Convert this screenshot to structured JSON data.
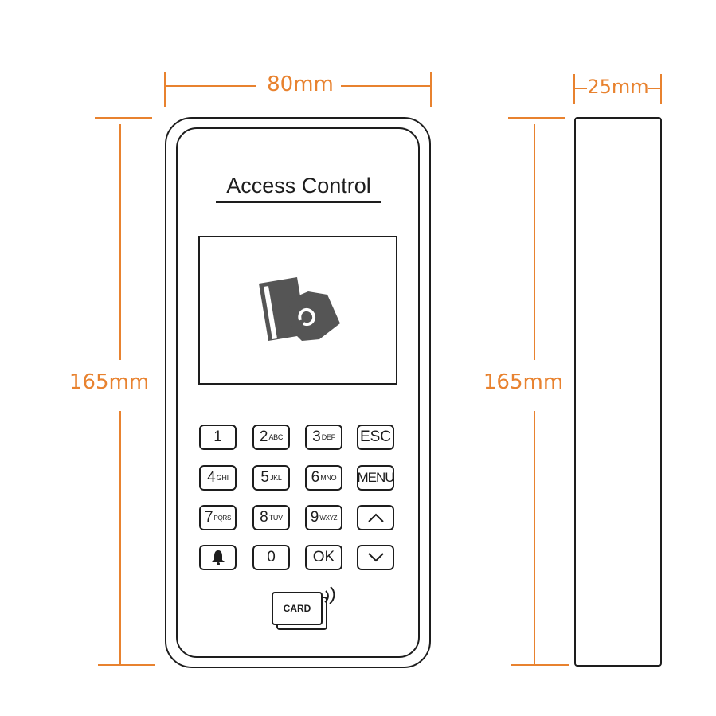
{
  "dimensions": {
    "front_width": "80mm",
    "front_height": "165mm",
    "side_depth": "25mm",
    "side_height": "165mm",
    "color": "#e8822f"
  },
  "device": {
    "title": "Access Control",
    "screen_icon": "card-in-hand-icon",
    "card_reader": {
      "label": "CARD",
      "icon": "nfc-card-icon"
    }
  },
  "keypad": {
    "rows": [
      [
        {
          "main": "1",
          "sub": ""
        },
        {
          "main": "2",
          "sub": "ABC"
        },
        {
          "main": "3",
          "sub": "DEF"
        },
        {
          "main": "ESC",
          "sub": ""
        }
      ],
      [
        {
          "main": "4",
          "sub": "GHI"
        },
        {
          "main": "5",
          "sub": "JKL"
        },
        {
          "main": "6",
          "sub": "MNO"
        },
        {
          "main": "MENU",
          "sub": ""
        }
      ],
      [
        {
          "main": "7",
          "sub": "PQRS"
        },
        {
          "main": "8",
          "sub": "TUV"
        },
        {
          "main": "9",
          "sub": "WXYZ"
        },
        {
          "main": "",
          "sub": "",
          "icon": "chevron-up-icon"
        }
      ],
      [
        {
          "main": "",
          "sub": "",
          "icon": "bell-icon"
        },
        {
          "main": "0",
          "sub": ""
        },
        {
          "main": "OK",
          "sub": ""
        },
        {
          "main": "",
          "sub": "",
          "icon": "chevron-down-icon"
        }
      ]
    ]
  }
}
